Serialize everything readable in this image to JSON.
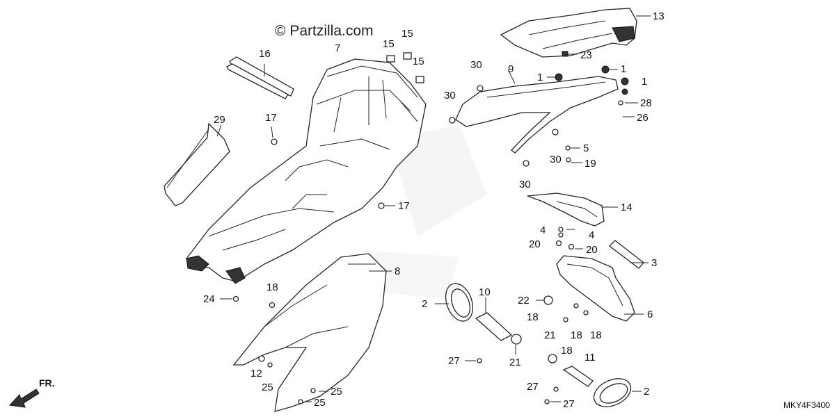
{
  "watermark": "© Partzilla.com",
  "diagram_code": "MKY4F3400",
  "front_indicator": "FR.",
  "callouts": {
    "c1a": "1",
    "c1b": "1",
    "c1c": "1",
    "c2a": "2",
    "c2b": "2",
    "c3": "3",
    "c4a": "4",
    "c4b": "4",
    "c5": "5",
    "c6": "6",
    "c7": "7",
    "c8": "8",
    "c9": "9",
    "c10": "10",
    "c11": "11",
    "c12": "12",
    "c13": "13",
    "c14": "14",
    "c15a": "15",
    "c15b": "15",
    "c15c": "15",
    "c16": "16",
    "c17a": "17",
    "c17b": "17",
    "c18a": "18",
    "c18b": "18",
    "c18c": "18",
    "c18d": "18",
    "c18e": "18",
    "c19": "19",
    "c20a": "20",
    "c20b": "20",
    "c21a": "21",
    "c21b": "21",
    "c22": "22",
    "c23": "23",
    "c24": "24",
    "c25a": "25",
    "c25b": "25",
    "c25c": "25",
    "c26": "26",
    "c27a": "27",
    "c27b": "27",
    "c27c": "27",
    "c28": "28",
    "c29": "29",
    "c30a": "30",
    "c30b": "30",
    "c30c": "30",
    "c30d": "30"
  }
}
